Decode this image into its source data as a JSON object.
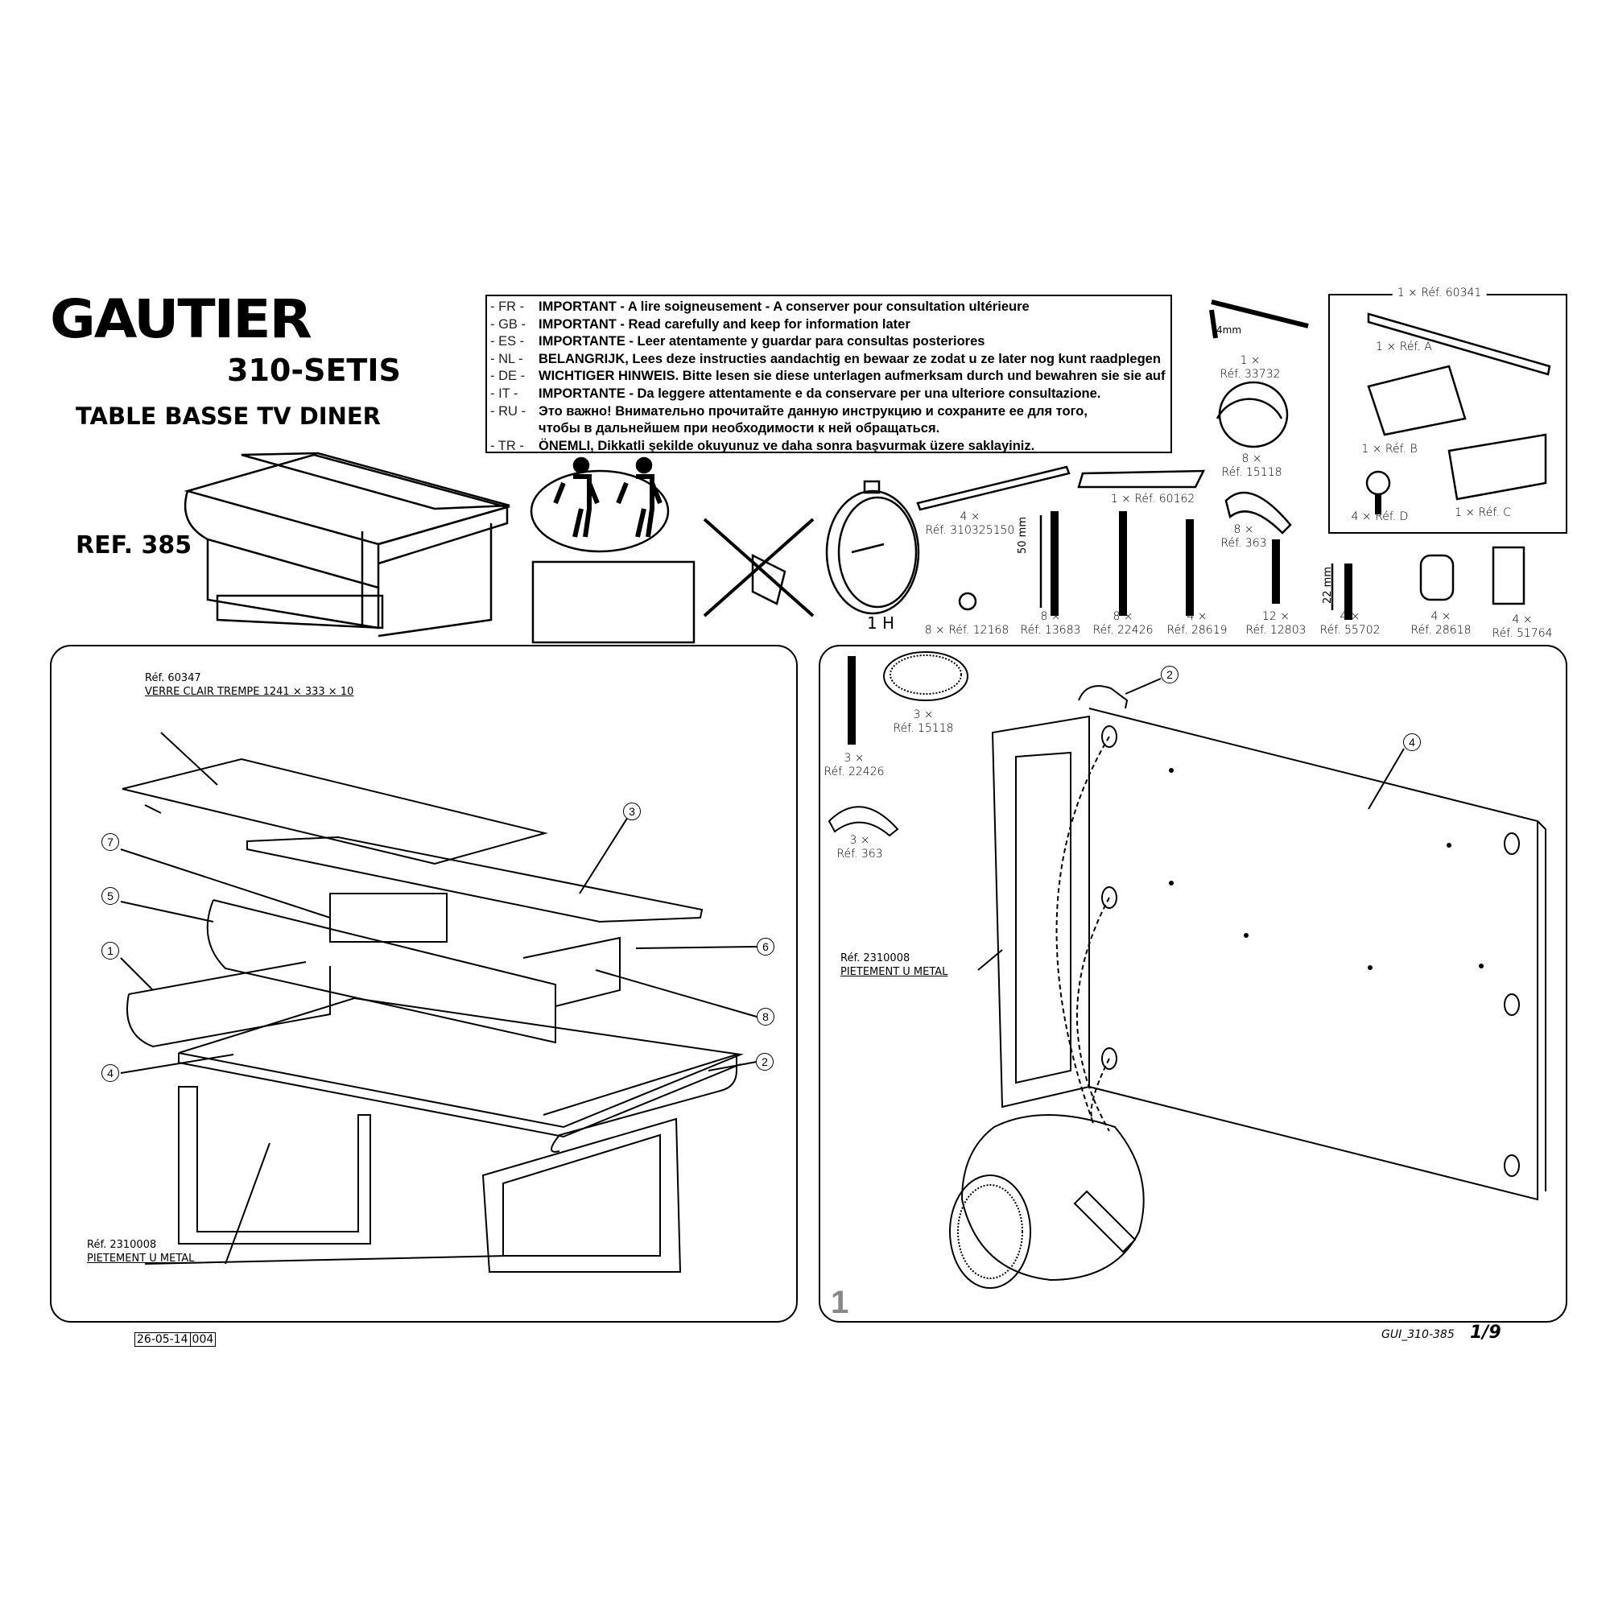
{
  "header": {
    "brand": "GAUTIER",
    "model": "310-SETIS",
    "product_name": "TABLE BASSE TV DINER",
    "reference": "REF. 385"
  },
  "warnings": [
    {
      "code": "- FR -",
      "text": "IMPORTANT - A lire soigneusement - A conserver pour consultation ultérieure"
    },
    {
      "code": "- GB -",
      "text": "IMPORTANT - Read carefully and keep for information later"
    },
    {
      "code": "- ES -",
      "text": "IMPORTANTE - Leer atentamente y guardar para consultas posteriores"
    },
    {
      "code": "- NL -",
      "text": "BELANGRIJK, Lees deze instructies aandachtig en bewaar ze zodat u ze later nog kunt raadplegen"
    },
    {
      "code": "- DE -",
      "text": "WICHTIGER HINWEIS. Bitte lesen sie diese unterlagen aufmerksam durch und bewahren sie sie auf"
    },
    {
      "code": "-  IT  -",
      "text": "IMPORTANTE - Da leggere attentamente e da conservare per una ulteriore consultazione."
    },
    {
      "code": "- RU -",
      "text": "Это важно! Внимательно прочитайте данную инструкцию и сохраните ее для того,"
    },
    {
      "code": "",
      "text": "чтобы в дальнейшем при необходимости к ней обращаться."
    },
    {
      "code": "- TR -",
      "text": "ÖNEMLI, Dikkatli şekilde okuyunuz ve daha sonra başvurmak üzere saklayiniz."
    }
  ],
  "assembly_time": "1 H",
  "hardware": {
    "allen_key": {
      "size": "4mm",
      "qty": "1 ×",
      "ref": "Réf. 33732"
    },
    "cover_caps": {
      "qty": "8 ×",
      "ref": "Réf. 15118"
    },
    "strip": {
      "qty": "4 ×",
      "ref": "Réf. 310325150"
    },
    "pads": {
      "label": "1 × Réf. 60162"
    },
    "clips": {
      "qty": "8 ×",
      "ref": "Réf. 363"
    },
    "screw_dim_50": "50 mm",
    "screw_dim_22": "22 mm",
    "bottom_row": [
      {
        "qty": "8 × Réf. 12168",
        "ref": ""
      },
      {
        "qty": "8 ×",
        "ref": "Réf. 13683"
      },
      {
        "qty": "8 ×",
        "ref": "Réf. 22426"
      },
      {
        "qty": "4 ×",
        "ref": "Réf. 28619"
      },
      {
        "qty": "12 ×",
        "ref": "Réf. 12803"
      },
      {
        "qty": "4 ×",
        "ref": "Réf. 55702"
      },
      {
        "qty": "4 ×",
        "ref": "Réf. 28618"
      },
      {
        "qty": "4 ×",
        "ref": "Réf. 51764"
      }
    ],
    "fitting_kit": {
      "title": "1 × Réf. 60341",
      "a": "1 × Réf. A",
      "b": "1 × Réf. B",
      "c": "1 × Réf. C",
      "d": "4 × Réf. D"
    }
  },
  "left_panel": {
    "glass_ref": "Réf. 60347",
    "glass_desc": "VERRE CLAIR TREMPE 1241 × 333 × 10",
    "leg_ref": "Réf. 2310008",
    "leg_desc": "PIETEMENT U METAL",
    "callouts": [
      "3",
      "7",
      "5",
      "6",
      "1",
      "8",
      "4",
      "2"
    ]
  },
  "right_panel": {
    "step": "1",
    "parts": [
      {
        "qty": "3 ×",
        "ref": "Réf. 22426"
      },
      {
        "qty": "3 ×",
        "ref": "Réf. 15118"
      },
      {
        "qty": "3 ×",
        "ref": "Réf. 363"
      }
    ],
    "leg_ref": "Réf. 2310008",
    "leg_desc": "PIETEMENT U METAL",
    "callouts": [
      "2",
      "4"
    ]
  },
  "footer": {
    "date": "26-05-14",
    "revision": "004",
    "doc_code": "GUI_310-385",
    "page": "1/9"
  }
}
